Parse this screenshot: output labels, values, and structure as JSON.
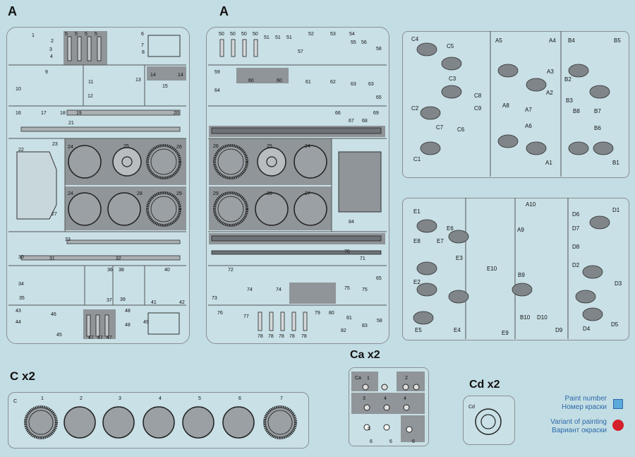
{
  "sprue_labels": {
    "a_left": "A",
    "a_right": "A",
    "c": "C x2",
    "ca": "Ca x2",
    "cd": "Cd x2"
  },
  "legend": {
    "paint_en": "Paint number",
    "paint_ru": "Номер краски",
    "variant_en": "Variant of painting",
    "variant_ru": "Вариант окраски",
    "paint_color": "#5aa9dc",
    "variant_color": "#d4202a"
  },
  "figure_labels": {
    "c": [
      "C4",
      "C5",
      "C3",
      "C8",
      "C2",
      "C9",
      "C7",
      "C6",
      "C1"
    ],
    "a": [
      "A5",
      "A4",
      "A3",
      "A2",
      "A8",
      "A7",
      "A6",
      "A1"
    ],
    "b": [
      "B4",
      "B5",
      "B2",
      "B3",
      "B8",
      "B7",
      "B6",
      "B1"
    ],
    "e": [
      "E1",
      "E6",
      "E8",
      "E7",
      "E3",
      "E2",
      "E5",
      "E4"
    ],
    "mid": [
      "A10",
      "A9",
      "E10",
      "B9",
      "B10",
      "D10",
      "E9",
      "D9"
    ],
    "d": [
      "D6",
      "D1",
      "D7",
      "D8",
      "D2",
      "D3",
      "D4",
      "D5"
    ]
  },
  "left_sprue_numbers": [
    "1",
    "2",
    "3",
    "4",
    "5",
    "5",
    "5",
    "5",
    "6",
    "7",
    "8",
    "9",
    "10",
    "11",
    "12",
    "13",
    "14",
    "14",
    "15",
    "16",
    "17",
    "18",
    "19",
    "20",
    "21",
    "22",
    "23",
    "24",
    "25",
    "26",
    "24",
    "28",
    "29",
    "27",
    "33",
    "30",
    "31",
    "32",
    "34",
    "35",
    "36",
    "37",
    "38",
    "39",
    "40",
    "41",
    "42",
    "43",
    "44",
    "45",
    "46",
    "47",
    "47",
    "47",
    "48",
    "48",
    "49"
  ],
  "right_sprue_numbers": [
    "50",
    "50",
    "50",
    "50",
    "51",
    "51",
    "51",
    "52",
    "53",
    "54",
    "55",
    "56",
    "57",
    "58",
    "59",
    "60",
    "60",
    "61",
    "62",
    "63",
    "63",
    "64",
    "65",
    "66",
    "67",
    "68",
    "69",
    "26",
    "25",
    "24",
    "29",
    "28",
    "27",
    "84",
    "70",
    "71",
    "72",
    "65",
    "73",
    "74",
    "74",
    "75",
    "75",
    "76",
    "77",
    "78",
    "78",
    "78",
    "78",
    "78",
    "79",
    "80",
    "81",
    "82",
    "83",
    "58"
  ],
  "c_sprue_numbers": [
    "1",
    "2",
    "3",
    "4",
    "5",
    "6",
    "7"
  ],
  "ca_sprue_numbers": [
    "1",
    "2",
    "3",
    "4",
    "4",
    "5",
    "6",
    "6",
    "6"
  ],
  "ca_code": "Ca",
  "cd_code": "Cd",
  "c_code": "C"
}
